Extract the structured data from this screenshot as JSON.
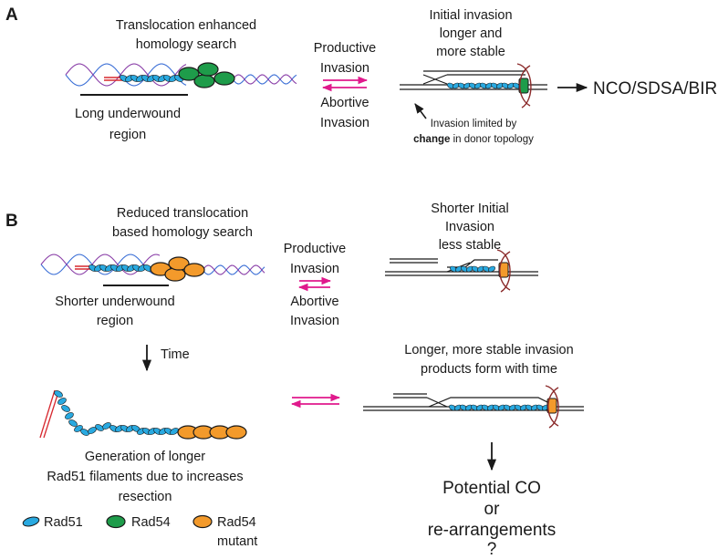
{
  "panelA": {
    "letter": "A",
    "search_label": [
      "Translocation enhanced",
      "homology search"
    ],
    "underwound_label": [
      "Long underwound",
      "region"
    ],
    "productive": [
      "Productive",
      "Invasion"
    ],
    "abortive": [
      "Abortive",
      "Invasion"
    ],
    "initial_label": [
      "Initial invasion",
      "longer and",
      "more stable"
    ],
    "limited_label": [
      "Invasion limited by"
    ],
    "change_word": "change",
    "change_rest": " in donor topology",
    "outcome": "NCO/SDSA/BIR"
  },
  "panelB": {
    "letter": "B",
    "search_label": [
      "Reduced translocation",
      "based homology search"
    ],
    "underwound_label": [
      "Shorter underwound",
      "region"
    ],
    "productive": [
      "Productive",
      "Invasion"
    ],
    "abortive": [
      "Abortive",
      "Invasion"
    ],
    "shorter_label": [
      "Shorter Initial",
      "Invasion",
      "less stable"
    ],
    "time": "Time",
    "longer_label": [
      "Longer, more stable invasion",
      "products form with time"
    ],
    "generation_label": [
      "Generation of longer",
      "Rad51 filaments due to increases",
      "resection"
    ],
    "outcome": [
      "Potential CO",
      "or",
      "re-arrangements",
      "?"
    ]
  },
  "legend": {
    "rad51": "Rad51",
    "rad54": "Rad54",
    "rad54_mutant": [
      "Rad54",
      "mutant"
    ]
  },
  "colors": {
    "rad51": "#29a9e0",
    "rad54": "#1e9c4a",
    "rad54_mutant": "#f39a2b",
    "arrow": "#e0198c",
    "dna_red": "#d7282f",
    "dna_blue": "#3b6fd6",
    "dna_purple": "#8a3fa8",
    "motor": "#8b2a2a"
  }
}
